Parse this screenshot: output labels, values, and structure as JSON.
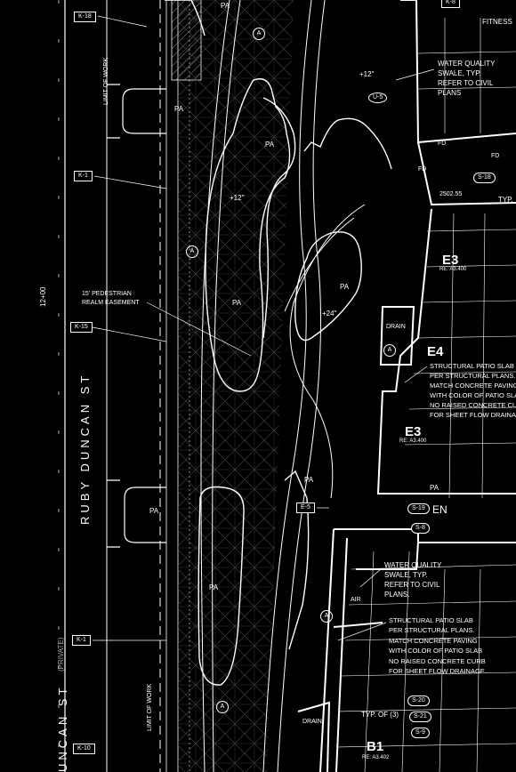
{
  "streets": {
    "ruby_duncan": "RUBY DUNCAN ST",
    "duncan": "UNCAN ST",
    "private": "(PRIVATE)"
  },
  "station": "12+00",
  "limit_of_work": "LIMIT OF WORK",
  "easement_note": "15' PEDESTRIAN\nREALM EASEMENT",
  "keynotes": {
    "k18": "K-18",
    "k8": "K-8",
    "k1_top": "K-1",
    "k15": "K-15",
    "k1_bottom": "K-1",
    "k10": "K-10",
    "e5": "E-5",
    "u5": "U-5",
    "s18": "S-18",
    "s19": "S-19",
    "s8": "S-8",
    "s20": "S-20",
    "s21": "S-21",
    "s9": "S-9"
  },
  "area_labels": {
    "pa1": "PA",
    "pa2": "PA",
    "pa3": "PA",
    "pa4": "PA",
    "pa5": "PA",
    "pa6": "PA",
    "pa7": "PA",
    "pa8": "PA",
    "pa9": "PA"
  },
  "elevations": {
    "e1": "+12\"",
    "e2": "+12\"",
    "e3": "+24\"",
    "spot": "2502.55"
  },
  "notes": {
    "swale_top": "WATER QUALITY\nSWALE, TYP.\nREFER TO CIVIL\nPLANS",
    "swale_bottom": "WATER QUALITY\nSWALE, TYP.\nREFER TO CIVIL\nPLANS.",
    "patio_top": "STRUCTURAL PATIO SLAB\nPER STRUCTURAL PLANS.\nMATCH CONCRETE PAVING\nWITH COLOR OF PATIO SLAB\nNO RAISED CONCRETE CURB\nFOR SHEET FLOW DRAINAGE.",
    "patio_bottom": "STRUCTURAL PATIO SLAB\nPER STRUCTURAL PLANS.\nMATCH CONCRETE PAVING\nWITH COLOR OF PATIO SLAB\nNO RAISED CONCRETE CURB\nFOR SHEET FLOW DRAINAGE.",
    "fitness": "FITNESS",
    "typ_of": "TYP. OF (3)",
    "typ": "TYP.",
    "drain_1": "DRAIN",
    "drain_2": "DRAIN",
    "air": "AIR",
    "en": "EN",
    "fd1": "FD",
    "fd2": "FD",
    "fd3": "FD"
  },
  "buildings": {
    "e3a": {
      "name": "E3",
      "ref": "RE: A3.400"
    },
    "e4": {
      "name": "E4",
      "ref": ""
    },
    "e3b": {
      "name": "E3",
      "ref": "RE: A3.400"
    },
    "b1": {
      "name": "B1",
      "ref": "RE: A3.402"
    }
  },
  "symbols": {
    "a": "A"
  },
  "colors": {
    "background": "#000000",
    "linework": "#ffffff",
    "hatch": "#9a9a9a"
  }
}
